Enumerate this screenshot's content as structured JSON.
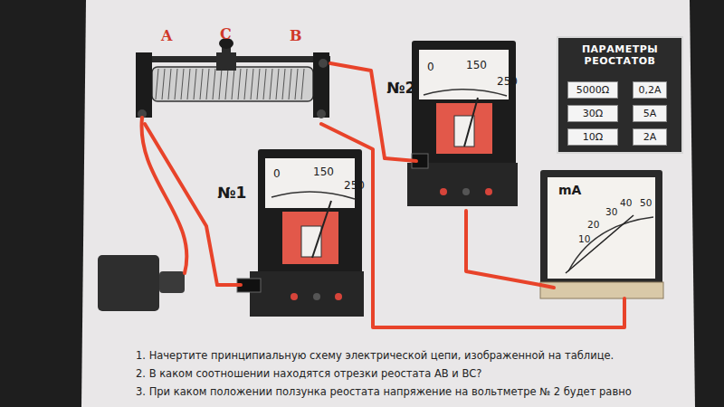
{
  "diagram": {
    "nodes": [
      {
        "text": [
          "A",
          "C",
          "B"
        ]
      },
      {
        "text": [
          "№1",
          "0",
          "150",
          "250"
        ]
      },
      {
        "text": [
          "№2",
          "0",
          "150",
          "250"
        ]
      },
      {
        "text": [
          "mA",
          "10",
          "20",
          "30",
          "40",
          "50"
        ]
      },
      {
        "text": [
          "ПАРАМЕТРЫ РЕОСТАТОВ",
          "5000Ω",
          "0,2A",
          "30Ω",
          "5A",
          "10Ω",
          "2A"
        ]
      }
    ],
    "edges": [
      {
        "from": 0,
        "to": 1,
        "arrow": "none"
      },
      {
        "from": 0,
        "to": 2,
        "arrow": "none"
      },
      {
        "from": 0,
        "to": 3,
        "arrow": "none"
      },
      {
        "from": 2,
        "to": 3,
        "arrow": "none"
      }
    ],
    "labels": [
      "1. Начертите принципиальную схему электрической цепи, изображенной на таблице.",
      "2. В каком соотношении находятся отрезки реостата АВ и ВС?",
      "3. При каком положении ползунка реостата напряжение на вольтметре № 2 будет равно"
    ]
  }
}
